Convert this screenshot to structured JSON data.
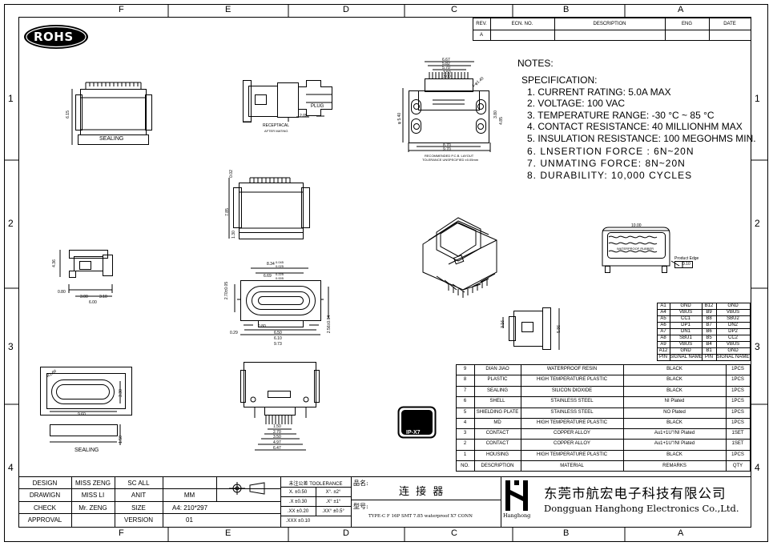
{
  "frame": {
    "col_letters": [
      "F",
      "E",
      "D",
      "C",
      "B",
      "A"
    ],
    "row_numbers": [
      "1",
      "2",
      "3",
      "4"
    ]
  },
  "rohs_label": "ROHS",
  "revision_table": {
    "headers": [
      "REV.",
      "ECN. NO.",
      "DESCRIPTION",
      "ENG",
      "DATE"
    ],
    "rows": [
      [
        "A",
        "",
        "",
        "",
        ""
      ]
    ]
  },
  "notes": {
    "title": "NOTES:",
    "spec_title": "SPECIFICATION:",
    "items": [
      "1. CURRENT RATING: 5.0A MAX",
      "2. VOLTAGE: 100 VAC",
      "3. TEMPERATURE RANGE: -30 °C ~ 85 °C",
      "4. CONTACT RESISTANCE: 40 MILLIONHM MAX",
      "5. INSULATION RESISTANCE: 100 MEGOHMS MIN.",
      "6. LNSERTION FORCE : 6N~20N",
      "7. UNMATING FORCE: 8N~20N",
      "8. DURABILITY:   10,000 CYCLES"
    ]
  },
  "drawing_labels": {
    "sealing_top": "SEALING",
    "receptacal": "RECEPTACAL",
    "after_mating": "AFTER MATING",
    "plug": "PLUG",
    "pcb_note1": "RECOMMENDED P.C.B. LAYOUT",
    "pcb_note2": "TOLERANCE UNSPECIFIED ±0.05mm",
    "sealing_bottom": "SEALING",
    "product_edge": "Product Edge",
    "ipx7": "IP-X7",
    "gasket_text": "WATERPROOF RUBBER"
  },
  "dims": {
    "d_615": "6.15",
    "d_205": "2.05",
    "d_667": "6.67",
    "d_582": "5.82",
    "d_570": "5.70",
    "d_350": "3.50",
    "d_300": "3.00",
    "d_540": "φ 5.40",
    "d_380": "3.80",
    "d_485": "4.85",
    "d_970": "9.70",
    "d_870": "8.70",
    "d_140": "4-φ1.40",
    "d_002": "0.02",
    "d_785": "7.85",
    "d_130": "1.30",
    "d_436": "4.36",
    "d_080": "0.80",
    "d_300b": "3.00",
    "d_310": "3.10",
    "d_600": "6.00",
    "d_834": "8.34",
    "d_669": "6.69",
    "d_0045": "0.045",
    "d_0025": "0.025",
    "d_0225": "0.225",
    "d_0005": "0.005",
    "d_270": "2.70±0.05",
    "d_256": "2.56±0.04",
    "d_029": "0.29",
    "d_080b": "0.80",
    "d_650": "6.50",
    "d_610": "6.10",
    "d_920": "9.73",
    "d_r160": "R1.60",
    "d_330": "3.30",
    "d_960": "9.60",
    "d_150": "1.50",
    "d_1000": "10.00",
    "d_010": "0.10",
    "d_316": "3.16",
    "d_586": "5.86",
    "d_150b": "1.50",
    "d_270b": "2.70",
    "d_350b": "3.50",
    "d_497": "4.97",
    "d_647": "6.47"
  },
  "pin_table": {
    "rows": [
      [
        "A1",
        "GND",
        "B12",
        "GND"
      ],
      [
        "A4",
        "VBUS",
        "B9",
        "VBUS"
      ],
      [
        "A5",
        "CC1",
        "B8",
        "SBU2"
      ],
      [
        "A6",
        "DP1",
        "B7",
        "DN2"
      ],
      [
        "A7",
        "DN1",
        "B6",
        "DP2"
      ],
      [
        "A8",
        "SBU1",
        "B5",
        "CC2"
      ],
      [
        "A9",
        "VBUS",
        "B4",
        "VBUS"
      ],
      [
        "A12",
        "GND",
        "B1",
        "GND"
      ]
    ],
    "headers": [
      "PIN",
      "SIGNAL NAME",
      "PIN",
      "SIGNAL NAME"
    ]
  },
  "bom": {
    "rows": [
      [
        "9",
        "DIAN JIAO",
        "WATERPROOF RESIN",
        "BLACK",
        "1PCS"
      ],
      [
        "8",
        "PLASTIC",
        "HIGH TEMPERATURE PLASTIC",
        "BLACK",
        "1PCS"
      ],
      [
        "7",
        "SEALING",
        "SILICON DIOXIDE",
        "BLACK",
        "1PCS"
      ],
      [
        "6",
        "SHELL",
        "STAINLESS STEEL",
        "NI  Plated",
        "1PCS"
      ],
      [
        "5",
        "SHIELDING PLATE",
        "STAINLESS STEEL",
        "NO Plated",
        "1PCS"
      ],
      [
        "4",
        "MD",
        "HIGH TEMPERATURE PLASTIC",
        "BLACK",
        "1PCS"
      ],
      [
        "3",
        "CONTACT",
        "COPPER ALLOY",
        "Au1+1U\"/NI Plated",
        "1SET"
      ],
      [
        "2",
        "CONTACT",
        "COPPER ALLOY",
        "Au1+1U\"/NI Plated",
        "1SET"
      ],
      [
        "1",
        "HOUSING",
        "HIGH TEMPERATURE PLASTIC",
        "BLACK",
        "1PCS"
      ]
    ],
    "headers": [
      "NO.",
      "DESCRIPTION",
      "MATERIAL",
      "REMARKS",
      "QTY"
    ]
  },
  "title_block": {
    "design_label": "DESIGN",
    "design_name": "MISS ZENG",
    "scale_label": "SC ALL",
    "drawing_label": "DRAWIGN",
    "drawing_name": "MISS LI",
    "unit_label": "ANIT",
    "unit_value": "MM",
    "check_label": "CHECK",
    "check_name": "Mr. ZENG",
    "size_label": "SIZE",
    "size_value": "A4: 210*297",
    "approval_label": "APPROVAL",
    "version_label": "VERSION",
    "version_value": "01",
    "tol_title": "未注公差 TOOLERANCE",
    "tol_x": "X. ±0.50",
    "tol_xx": ".X ±0.30",
    "tol_xxx": ".XX ±0.20",
    "tol_xxxx": ".XXX ±0.10",
    "tol_a1": "X°. ±2°",
    "tol_a2": ".X° ±1°",
    "tol_a3": ".XX° ±0.5°",
    "part_label": "品名:",
    "part_name": "连 接 器",
    "model_label": "型号:",
    "model_value": "TYPE-C F 16P  SMT 7.85 waterproof X7 CONN",
    "company_cn": "东莞市航宏电子科技有限公司",
    "company_en": "Dongguan Hanghong Electronics Co.,Ltd.",
    "logo_text": "Hanghong"
  }
}
